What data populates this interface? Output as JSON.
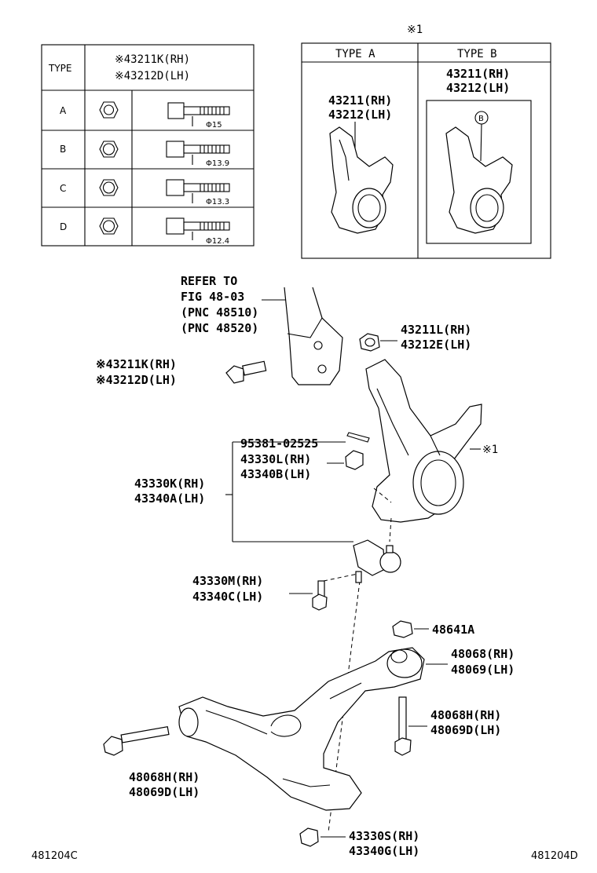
{
  "table": {
    "header_type": "TYPE",
    "header_part_rh": "※43211K(RH)",
    "header_part_lh": "※43212D(LH)",
    "rows": [
      {
        "type": "A",
        "dia": "Φ15"
      },
      {
        "type": "B",
        "dia": "Φ13.9"
      },
      {
        "type": "C",
        "dia": "Φ13.3"
      },
      {
        "type": "D",
        "dia": "Φ12.4"
      }
    ]
  },
  "typebox": {
    "note_mark": "※1",
    "type_a": "TYPE A",
    "type_b": "TYPE B",
    "a_part_rh": "43211(RH)",
    "a_part_lh": "43212(LH)",
    "b_part_rh": "43211(RH)",
    "b_part_lh": "43212(LH)",
    "b_marker": "B"
  },
  "refer": {
    "line1": "REFER TO",
    "line2": "FIG 48-03",
    "line3": "(PNC 48510)",
    "line4": "(PNC 48520)"
  },
  "labels": {
    "bolt_rh": "※43211K(RH)",
    "bolt_lh": "※43212D(LH)",
    "nut_rh": "43211L(RH)",
    "nut_lh": "43212E(LH)",
    "knuckle_mark": "※1",
    "pin": "95381-02525",
    "castle_nut_rh": "43330L(RH)",
    "castle_nut_lh": "43340B(LH)",
    "ball_joint_rh": "43330K(RH)",
    "ball_joint_lh": "43340A(LH)",
    "bj_bolt_rh": "43330M(RH)",
    "bj_bolt_lh": "43340C(LH)",
    "nut_48641": "48641A",
    "bushing_rh": "48068(RH)",
    "bushing_lh": "48069(LH)",
    "rear_bolt_rh": "48068H(RH)",
    "rear_bolt_lh": "48069D(LH)",
    "front_bolt_rh": "48068H(RH)",
    "front_bolt_lh": "48069D(LH)",
    "bottom_nut_rh": "43330S(RH)",
    "bottom_nut_lh": "43340G(LH)",
    "footer_left": "481204C",
    "footer_right": "481204D"
  }
}
